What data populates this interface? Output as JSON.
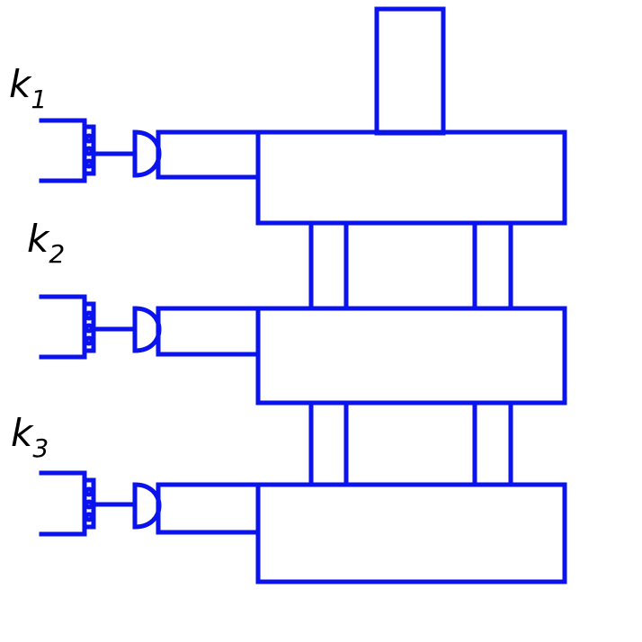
{
  "diagram": {
    "colors": {
      "line": "#0a12ee",
      "label": "#000000",
      "background": "#ffffff"
    },
    "labels": [
      {
        "base": "k",
        "sub": "1"
      },
      {
        "base": "k",
        "sub": "2"
      },
      {
        "base": "k",
        "sub": "3"
      }
    ]
  }
}
